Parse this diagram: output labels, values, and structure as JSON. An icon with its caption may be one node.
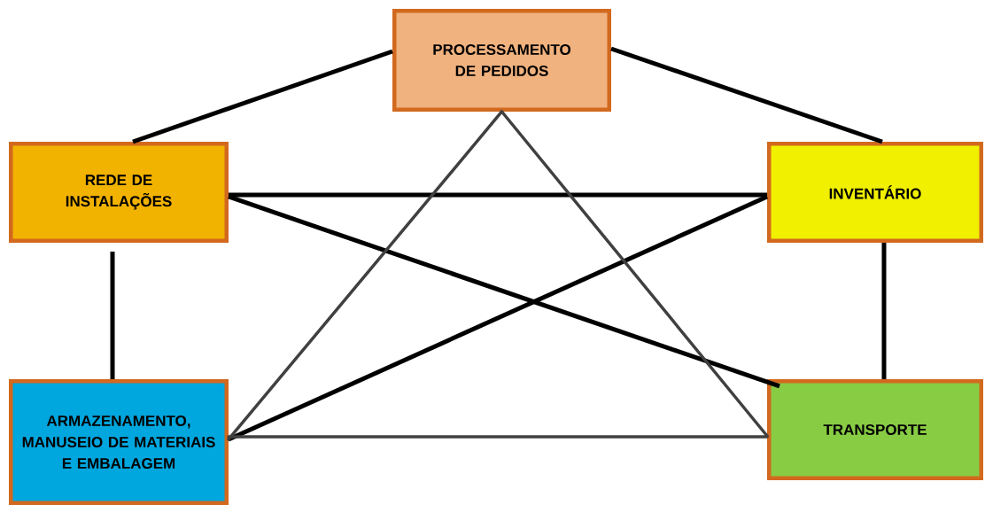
{
  "diagram": {
    "nodes": [
      {
        "text": [
          "PROCESSAMENTO DE PEDIDOS"
        ]
      },
      {
        "text": [
          "REDE DE INSTALAÇÕES"
        ]
      },
      {
        "text": [
          "INVENTÁRIO"
        ]
      },
      {
        "text": [
          "ARMAZENAMENTO, MANUSEIO DE MATERIAIS E EMBALAGEM"
        ]
      },
      {
        "text": [
          "TRANSPORTE"
        ]
      }
    ],
    "edges": [
      {
        "from": 0,
        "to": 1,
        "arrow": "none"
      },
      {
        "from": 0,
        "to": 2,
        "arrow": "none"
      },
      {
        "from": 1,
        "to": 2,
        "arrow": "none"
      },
      {
        "from": 1,
        "to": 4,
        "arrow": "none"
      },
      {
        "from": 2,
        "to": 3,
        "arrow": "none"
      },
      {
        "from": 1,
        "to": 3,
        "arrow": "none"
      },
      {
        "from": 2,
        "to": 4,
        "arrow": "none"
      },
      {
        "from": 0,
        "to": 3,
        "arrow": "none",
        "color": "#404040"
      },
      {
        "from": 0,
        "to": 4,
        "arrow": "none",
        "color": "#404040"
      },
      {
        "from": 3,
        "to": 4,
        "arrow": "none",
        "color": "#404040"
      }
    ]
  }
}
